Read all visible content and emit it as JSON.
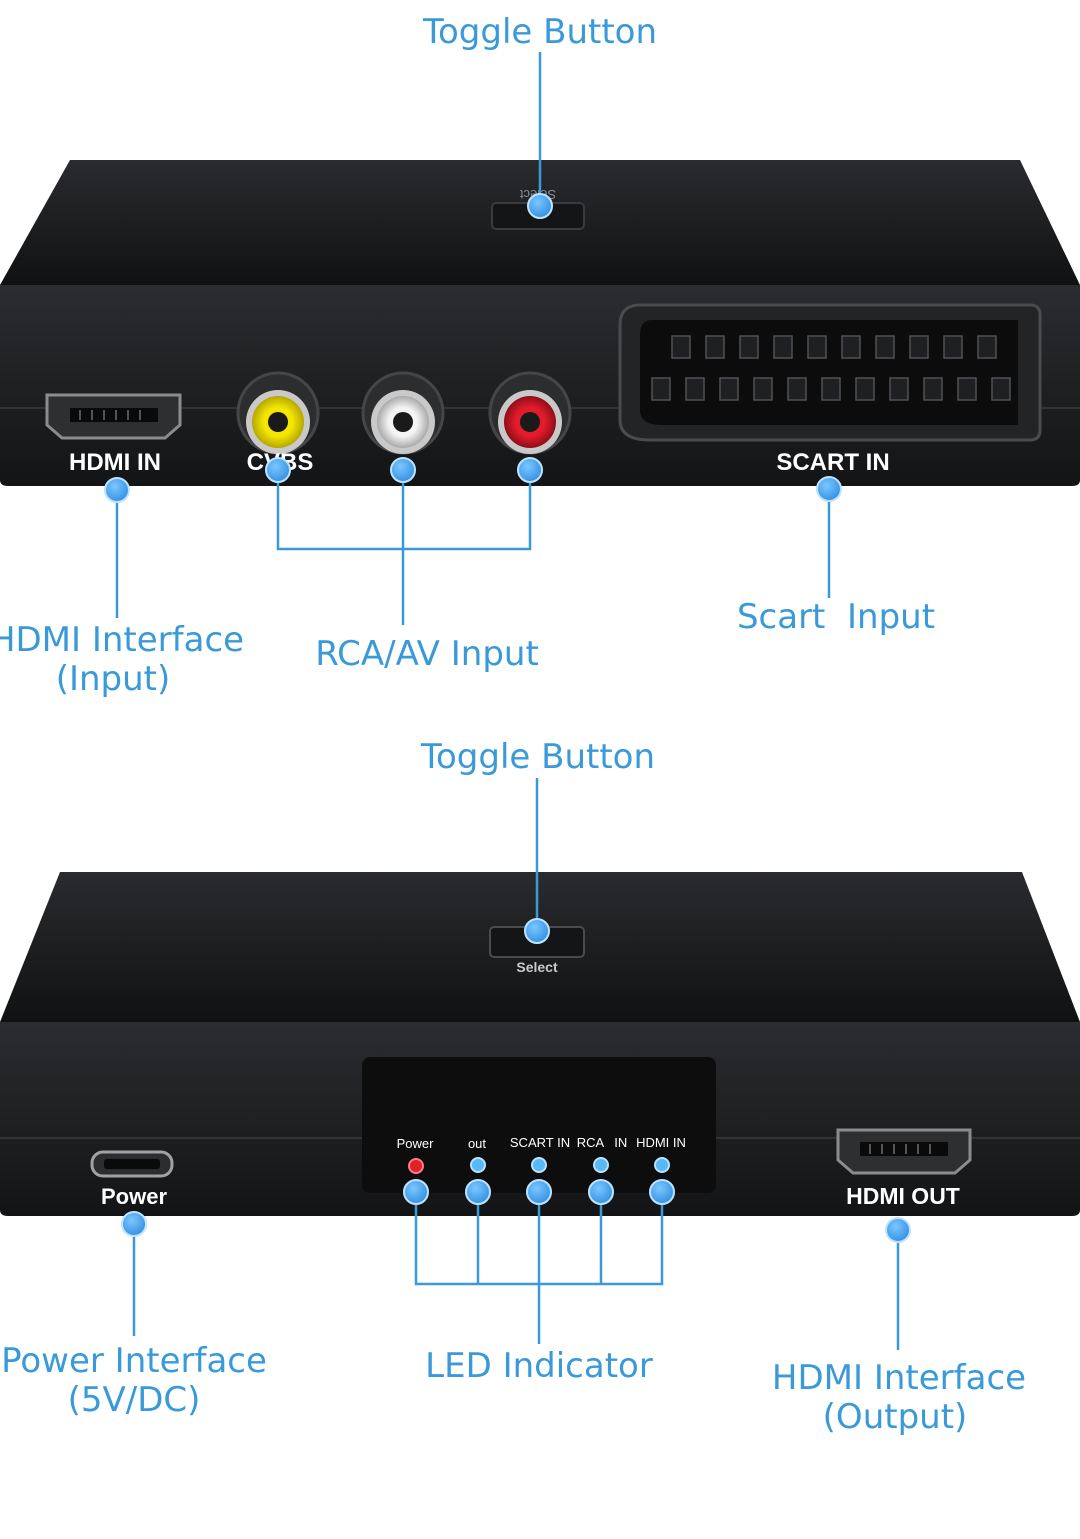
{
  "colors": {
    "callout": "#3a9ad9",
    "dot": "#3ea3ef",
    "device_body": "#1b1c1e",
    "device_top": "#0f1011",
    "port_label": "#ffffff",
    "led_power": "#e0202a",
    "led_blue": "#57b9f5"
  },
  "top_view": {
    "toggle_callout": "Toggle Button",
    "select_label": "Select",
    "port_labels": {
      "hdmi_in": "HDMI IN",
      "cvbs": "CVBS",
      "scart_in": "SCART IN"
    },
    "callouts": {
      "hdmi_interface_line1": "HDMI Interface",
      "hdmi_interface_line2": "(Input)",
      "rca_av": "RCA/AV Input",
      "scart": "Scart  Input"
    }
  },
  "bottom_view": {
    "toggle_callout": "Toggle Button",
    "select_label": "Select",
    "port_labels": {
      "power": "Power",
      "hdmi_out": "HDMI OUT"
    },
    "led_labels": {
      "power": "Power",
      "out": "out",
      "scart_in": "SCART IN",
      "rca_in": "RCA   IN",
      "hdmi_in": "HDMI IN"
    },
    "callouts": {
      "power_line1": "Power Interface",
      "power_line2": "(5V/DC)",
      "led": "LED Indicator",
      "hdmi_out_line1": "HDMI Interface",
      "hdmi_out_line2": "(Output)"
    }
  }
}
